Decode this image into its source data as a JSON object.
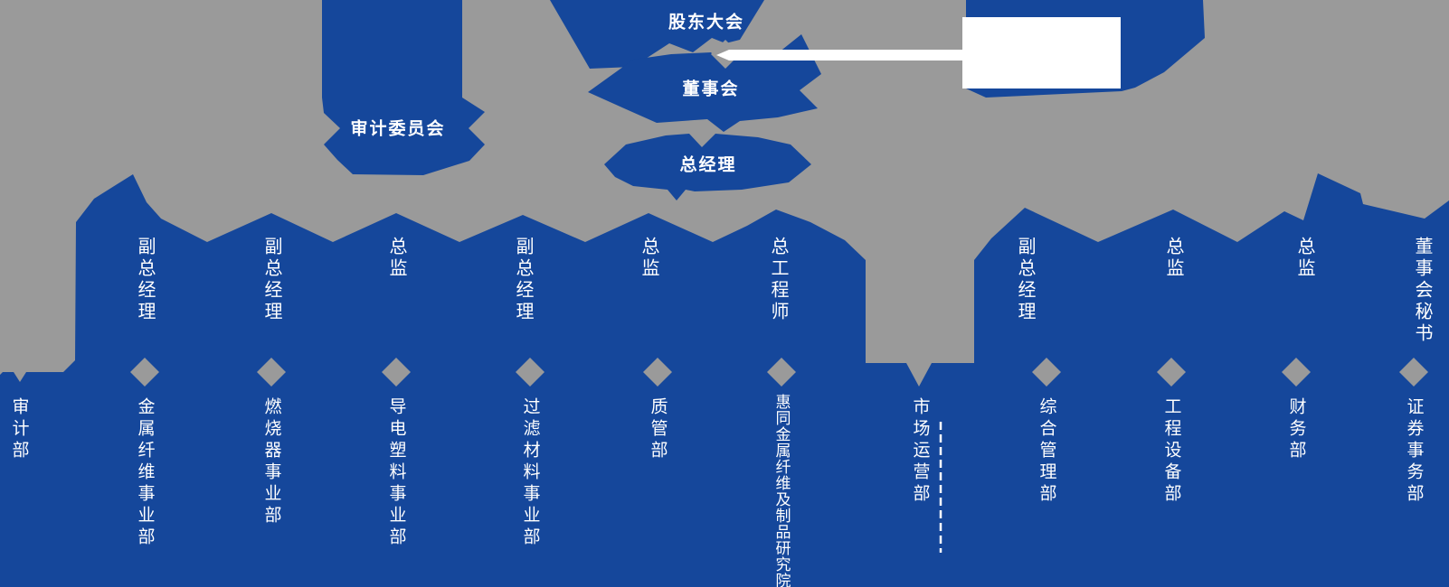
{
  "colors": {
    "chart_blue": "#15479B",
    "background_gray": "#9A9A9A",
    "connector_white": "#FFFFFF"
  },
  "governance": {
    "shareholders_meeting": "股东大会",
    "board_of_directors": "董事会",
    "general_manager": "总经理",
    "audit_committee": "审计委员会"
  },
  "roles": [
    {
      "label": "副总经理"
    },
    {
      "label": "副总经理"
    },
    {
      "label": "总监"
    },
    {
      "label": "副总经理"
    },
    {
      "label": "总监"
    },
    {
      "label": "总工程师"
    },
    {
      "label": "副总经理"
    },
    {
      "label": "总监"
    },
    {
      "label": "总监"
    },
    {
      "label": "董事会秘书"
    }
  ],
  "departments": [
    {
      "label": "审计部"
    },
    {
      "label": "金属纤维事业部"
    },
    {
      "label": "燃烧器事业部"
    },
    {
      "label": "导电塑料事业部"
    },
    {
      "label": "过滤材料事业部"
    },
    {
      "label": "质管部"
    },
    {
      "label": "惠同金属纤维及制品研究院"
    },
    {
      "label": "市场运营部"
    },
    {
      "label": "综合管理部"
    },
    {
      "label": "工程设备部"
    },
    {
      "label": "财务部"
    },
    {
      "label": "证券事务部"
    }
  ]
}
